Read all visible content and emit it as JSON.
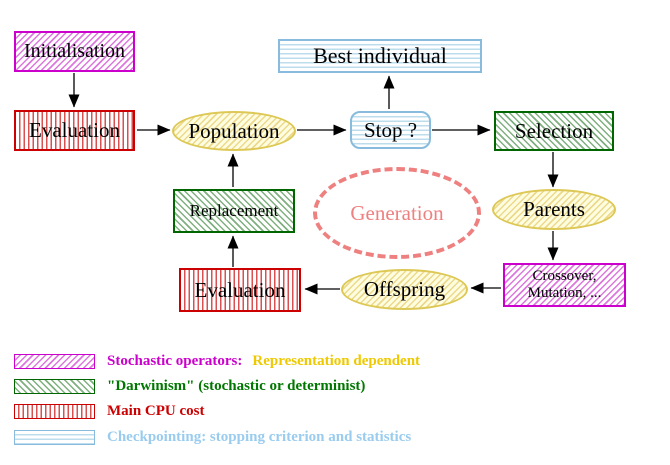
{
  "diagram": {
    "nodes": {
      "initialisation": {
        "label": "Initialisation",
        "style": "magenta-diagonal-hatch"
      },
      "evaluation_top": {
        "label": "Evaluation",
        "style": "red-vertical-stripes"
      },
      "population": {
        "label": "Population",
        "style": "yellow-diagonal-hatch-ellipse"
      },
      "stop": {
        "label": "Stop ?",
        "style": "cyan-horizontal-stripes-rounded"
      },
      "best_individual": {
        "label": "Best individual",
        "style": "cyan-horizontal-stripes"
      },
      "selection": {
        "label": "Selection",
        "style": "green-diagonal-hatch"
      },
      "parents": {
        "label": "Parents",
        "style": "yellow-diagonal-hatch-ellipse"
      },
      "crossover": {
        "label_line1": "Crossover,",
        "label_line2": "Mutation, ...",
        "style": "magenta-diagonal-hatch"
      },
      "offspring": {
        "label": "Offspring",
        "style": "yellow-diagonal-hatch-ellipse"
      },
      "evaluation_bottom": {
        "label": "Evaluation",
        "style": "red-vertical-stripes"
      },
      "replacement": {
        "label": "Replacement",
        "style": "green-diagonal-hatch"
      },
      "generation": {
        "label": "Generation",
        "style": "salmon-dashed-ellipse"
      }
    },
    "edges": [
      {
        "from": "initialisation",
        "to": "evaluation_top"
      },
      {
        "from": "evaluation_top",
        "to": "population"
      },
      {
        "from": "population",
        "to": "stop"
      },
      {
        "from": "stop",
        "to": "best_individual"
      },
      {
        "from": "stop",
        "to": "selection"
      },
      {
        "from": "selection",
        "to": "parents"
      },
      {
        "from": "parents",
        "to": "crossover"
      },
      {
        "from": "crossover",
        "to": "offspring"
      },
      {
        "from": "offspring",
        "to": "evaluation_bottom"
      },
      {
        "from": "evaluation_bottom",
        "to": "replacement"
      },
      {
        "from": "replacement",
        "to": "population"
      }
    ],
    "colors": {
      "magenta": "#cc00cc",
      "red": "#cc0000",
      "green": "#006600",
      "cyan_border": "#88bbdd",
      "cyan_text": "#99ccee",
      "yellow_border": "#ddc855",
      "yellow_text": "#eec900",
      "salmon": "#ee8080",
      "arrow": "#000000"
    }
  },
  "legend": {
    "items": [
      {
        "pattern": "magenta-diagonal-hatch",
        "label": "Stochastic operators:",
        "label2": "Representation dependent",
        "label_color": "#cc00cc",
        "label2_color": "#eec900"
      },
      {
        "pattern": "green-diagonal-hatch",
        "label": "\"Darwinism\" (stochastic or determinist)",
        "label_color": "#007700"
      },
      {
        "pattern": "red-vertical-stripes",
        "label": "Main CPU cost",
        "label_color": "#cc0000"
      },
      {
        "pattern": "cyan-horizontal-stripes",
        "label": "Checkpointing: stopping criterion and statistics",
        "label_color": "#99ccee"
      }
    ]
  }
}
